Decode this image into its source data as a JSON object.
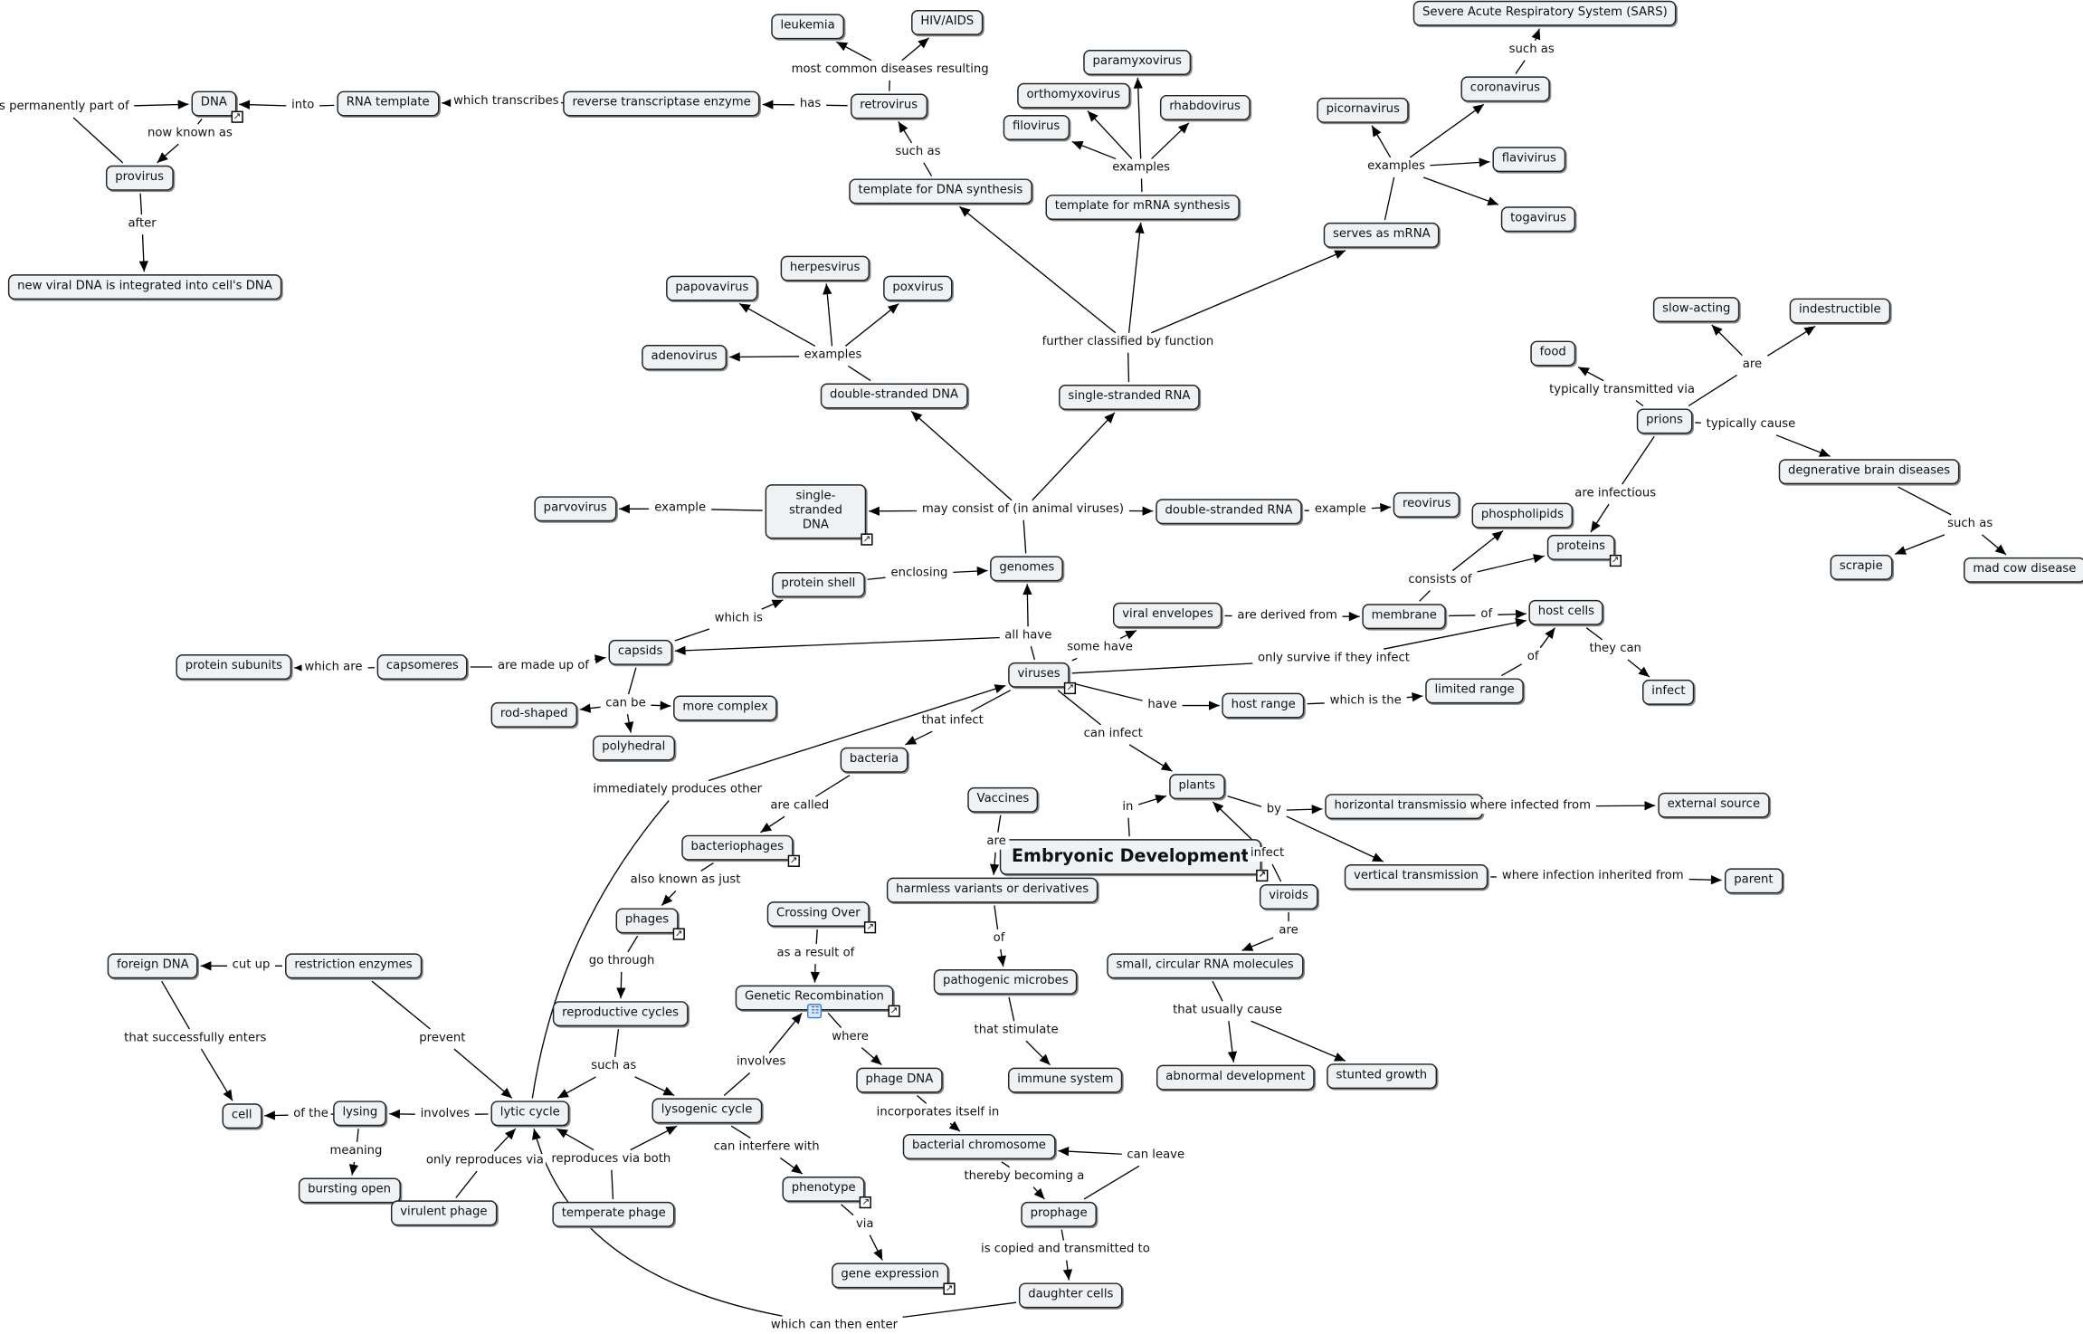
{
  "concepts": {
    "dna": {
      "label": "DNA",
      "link_icon": true
    },
    "rna_template": {
      "label": "RNA template"
    },
    "rte": {
      "label": "reverse transcriptase enzyme"
    },
    "retrovirus": {
      "label": "retrovirus"
    },
    "leukemia": {
      "label": "leukemia"
    },
    "hivaids": {
      "label": "HIV/AIDS"
    },
    "provirus": {
      "label": "provirus"
    },
    "newviral": {
      "label": "new viral DNA is integrated into cell's DNA"
    },
    "tdna": {
      "label": "template for DNA synthesis"
    },
    "paramyxo": {
      "label": "paramyxovirus"
    },
    "orthomyxo": {
      "label": "orthomyxovirus"
    },
    "rhabdo": {
      "label": "rhabdovirus"
    },
    "filovirus": {
      "label": "filovirus"
    },
    "tmrna": {
      "label": "template for mRNA synthesis"
    },
    "picorna": {
      "label": "picornavirus"
    },
    "corona": {
      "label": "coronavirus"
    },
    "sars": {
      "label": "Severe Acute Respiratory System (SARS)"
    },
    "flavi": {
      "label": "flavivirus"
    },
    "toga": {
      "label": "togavirus"
    },
    "smrna": {
      "label": "serves as mRNA"
    },
    "papova": {
      "label": "papovavirus"
    },
    "herpes": {
      "label": "herpesvirus"
    },
    "pox": {
      "label": "poxvirus"
    },
    "adeno": {
      "label": "adenovirus"
    },
    "dsdna": {
      "label": "double-stranded DNA"
    },
    "ssrna": {
      "label": "single-stranded RNA"
    },
    "ssdna": {
      "label": "single-stranded DNA",
      "link_icon": true
    },
    "parvo": {
      "label": "parvovirus"
    },
    "dsrna": {
      "label": "double-stranded RNA"
    },
    "reo": {
      "label": "reovirus"
    },
    "genomes": {
      "label": "genomes"
    },
    "protein_shell": {
      "label": "protein shell"
    },
    "capsids": {
      "label": "capsids"
    },
    "capsomeres": {
      "label": "capsomeres"
    },
    "protein_sub": {
      "label": "protein subunits"
    },
    "rod": {
      "label": "rod-shaped"
    },
    "morecomplex": {
      "label": "more complex"
    },
    "polyhedral": {
      "label": "polyhedral"
    },
    "viruses": {
      "label": "viruses",
      "link_icon": true
    },
    "viral_env": {
      "label": "viral envelopes"
    },
    "membrane": {
      "label": "membrane"
    },
    "phospholipids": {
      "label": "phospholipids"
    },
    "proteins": {
      "label": "proteins",
      "link_icon": true
    },
    "hostcells": {
      "label": "host cells"
    },
    "infect": {
      "label": "infect"
    },
    "limited": {
      "label": "limited range"
    },
    "hostrange": {
      "label": "host range"
    },
    "food": {
      "label": "food"
    },
    "slow": {
      "label": "slow-acting"
    },
    "indes": {
      "label": "indestructible"
    },
    "prions": {
      "label": "prions"
    },
    "degen": {
      "label": "degnerative brain diseases"
    },
    "scrapie": {
      "label": "scrapie"
    },
    "madcow": {
      "label": "mad cow disease"
    },
    "bacteria": {
      "label": "bacteria"
    },
    "plants": {
      "label": "plants"
    },
    "vaccines": {
      "label": "Vaccines"
    },
    "embryonic": {
      "label": "Embryonic Development",
      "link_icon": true
    },
    "horiz": {
      "label": "horizontal transmission"
    },
    "external": {
      "label": "external source"
    },
    "vertical": {
      "label": "vertical transmission"
    },
    "parent": {
      "label": "parent"
    },
    "viroids": {
      "label": "viroids"
    },
    "harmless": {
      "label": "harmless variants or derivatives"
    },
    "small_rna": {
      "label": "small, circular RNA molecules"
    },
    "pathogenic": {
      "label": "pathogenic microbes"
    },
    "abnormal": {
      "label": "abnormal development"
    },
    "stunted": {
      "label": "stunted growth"
    },
    "immune": {
      "label": "immune system"
    },
    "bacteriophages": {
      "label": "bacteriophages",
      "link_icon": true
    },
    "phages": {
      "label": "phages",
      "link_icon": true
    },
    "crossing": {
      "label": "Crossing Over",
      "link_icon": true
    },
    "genrec": {
      "label": "Genetic Recombination",
      "link_icon": true,
      "submap_icon": true
    },
    "foreign": {
      "label": "foreign DNA"
    },
    "restriction": {
      "label": "restriction enzymes"
    },
    "repcycles": {
      "label": "reproductive cycles"
    },
    "phagedna": {
      "label": "phage DNA"
    },
    "cell": {
      "label": "cell"
    },
    "lysing": {
      "label": "lysing"
    },
    "lytic": {
      "label": "lytic cycle"
    },
    "lysogenic": {
      "label": "lysogenic cycle"
    },
    "bactchrom": {
      "label": "bacterial chromosome"
    },
    "bursting": {
      "label": "bursting open"
    },
    "virulent": {
      "label": "virulent phage"
    },
    "temperate": {
      "label": "temperate phage"
    },
    "phenotype": {
      "label": "phenotype",
      "link_icon": true
    },
    "prophage": {
      "label": "prophage"
    },
    "geneexp": {
      "label": "gene expression",
      "link_icon": true
    },
    "daughter": {
      "label": "daughter cells"
    }
  },
  "linking_phrases": {
    "l_into": {
      "label": "into",
      "from": [
        "rna_template"
      ],
      "to": [
        "dna"
      ]
    },
    "l_wt": {
      "label": "which transcribes",
      "from": [
        "rte"
      ],
      "to": [
        "rna_template"
      ]
    },
    "l_has": {
      "label": "has",
      "from": [
        "retrovirus"
      ],
      "to": [
        "rte"
      ]
    },
    "l_mcd": {
      "label": "most common diseases resulting",
      "from": [
        "retrovirus"
      ],
      "to": [
        "leukemia",
        "hivaids"
      ]
    },
    "l_perm": {
      "label": "is permanently part of",
      "from": [
        "provirus"
      ],
      "to": [
        "dna"
      ]
    },
    "l_nka": {
      "label": "now known as",
      "from": [
        "dna"
      ],
      "to": [
        "provirus"
      ]
    },
    "l_after": {
      "label": "after",
      "from": [
        "provirus"
      ],
      "to": [
        "newviral"
      ]
    },
    "l_sa1": {
      "label": "such as",
      "from": [
        "tdna"
      ],
      "to": [
        "retrovirus"
      ]
    },
    "l_ex1": {
      "label": "examples",
      "from": [
        "tmrna"
      ],
      "to": [
        "paramyxo",
        "orthomyxo",
        "rhabdo",
        "filovirus"
      ]
    },
    "l_ex2": {
      "label": "examples",
      "from": [
        "smrna"
      ],
      "to": [
        "picorna",
        "corona",
        "flavi",
        "toga"
      ]
    },
    "l_sa2": {
      "label": "such as",
      "from": [
        "corona"
      ],
      "to": [
        "sars"
      ]
    },
    "l_further": {
      "label": "further classified by function",
      "from": [
        "ssrna"
      ],
      "to": [
        "tdna",
        "tmrna",
        "smrna"
      ]
    },
    "l_ex3": {
      "label": "examples",
      "from": [
        "dsdna"
      ],
      "to": [
        "papova",
        "herpes",
        "pox",
        "adeno"
      ]
    },
    "l_may": {
      "label": "may consist of (in animal viruses)",
      "from": [
        "genomes"
      ],
      "to": [
        "ssdna",
        "dsrna",
        "dsdna",
        "ssrna"
      ]
    },
    "l_ex4": {
      "label": "example",
      "from": [
        "ssdna"
      ],
      "to": [
        "parvo"
      ]
    },
    "l_ex5": {
      "label": "example",
      "from": [
        "dsrna"
      ],
      "to": [
        "reo"
      ]
    },
    "l_enclosing": {
      "label": "enclosing",
      "from": [
        "protein_shell"
      ],
      "to": [
        "genomes"
      ]
    },
    "l_whichis": {
      "label": "which is",
      "from": [
        "capsids"
      ],
      "to": [
        "protein_shell"
      ]
    },
    "l_allhave": {
      "label": "all have",
      "from": [
        "viruses"
      ],
      "to": [
        "genomes",
        "capsids"
      ]
    },
    "l_madeup": {
      "label": "are made up of",
      "from": [
        "capsomeres"
      ],
      "to": [
        "capsids"
      ]
    },
    "l_whichare": {
      "label": "which are",
      "from": [
        "capsomeres"
      ],
      "to": [
        "protein_sub"
      ]
    },
    "l_canbe": {
      "label": "can be",
      "from": [
        "capsids"
      ],
      "to": [
        "rod",
        "morecomplex",
        "polyhedral"
      ]
    },
    "l_somehave": {
      "label": "some have",
      "from": [
        "viruses"
      ],
      "to": [
        "viral_env"
      ]
    },
    "l_derived": {
      "label": "are derived from",
      "from": [
        "viral_env"
      ],
      "to": [
        "membrane"
      ]
    },
    "l_of1": {
      "label": "of",
      "from": [
        "membrane"
      ],
      "to": [
        "hostcells"
      ]
    },
    "l_consists": {
      "label": "consists of",
      "from": [
        "membrane"
      ],
      "to": [
        "phospholipids",
        "proteins"
      ]
    },
    "l_survive": {
      "label": "only survive if they infect",
      "from": [
        "viruses"
      ],
      "to": [
        "hostcells"
      ]
    },
    "l_theycan": {
      "label": "they can",
      "from": [
        "hostcells"
      ],
      "to": [
        "infect"
      ]
    },
    "l_of2": {
      "label": "of",
      "from": [
        "limited"
      ],
      "to": [
        "hostcells"
      ]
    },
    "l_have": {
      "label": "have",
      "from": [
        "viruses"
      ],
      "to": [
        "hostrange"
      ]
    },
    "l_whichisthe": {
      "label": "which is the",
      "from": [
        "hostrange"
      ],
      "to": [
        "limited"
      ]
    },
    "l_thatinfect": {
      "label": "that infect",
      "from": [
        "viruses"
      ],
      "to": [
        "bacteria"
      ]
    },
    "l_caninfect": {
      "label": "can infect",
      "from": [
        "viruses"
      ],
      "to": [
        "plants"
      ]
    },
    "l_immediately": {
      "label": "immediately produces other",
      "from": [
        "lytic"
      ],
      "to": [
        "viruses"
      ]
    },
    "l_arecalled": {
      "label": "are called",
      "from": [
        "bacteria"
      ],
      "to": [
        "bacteriophages"
      ]
    },
    "l_aka": {
      "label": "also known as just",
      "from": [
        "bacteriophages"
      ],
      "to": [
        "phages"
      ]
    },
    "l_gothrough": {
      "label": "go through",
      "from": [
        "phages"
      ],
      "to": [
        "repcycles"
      ]
    },
    "l_sa3": {
      "label": "such as",
      "from": [
        "repcycles"
      ],
      "to": [
        "lytic",
        "lysogenic"
      ]
    },
    "l_are1": {
      "label": "are",
      "from": [
        "prions"
      ],
      "to": [
        "slow",
        "indes"
      ]
    },
    "l_ttv": {
      "label": "typically transmitted via",
      "from": [
        "prions"
      ],
      "to": [
        "food"
      ]
    },
    "l_tc": {
      "label": "typically cause",
      "from": [
        "prions"
      ],
      "to": [
        "degen"
      ]
    },
    "l_areinf": {
      "label": "are infectious",
      "from": [
        "prions"
      ],
      "to": [
        "proteins"
      ]
    },
    "l_sa4": {
      "label": "such as",
      "from": [
        "degen"
      ],
      "to": [
        "scrapie",
        "madcow"
      ]
    },
    "l_in": {
      "label": "in",
      "from": [
        "embryonic"
      ],
      "to": [
        "plants"
      ]
    },
    "l_by": {
      "label": "by",
      "from": [
        "plants"
      ],
      "to": [
        "horiz",
        "vertical"
      ]
    },
    "l_wif": {
      "label": "where infected from",
      "from": [
        "horiz"
      ],
      "to": [
        "external"
      ]
    },
    "l_wiif": {
      "label": "where infection inherited from",
      "from": [
        "vertical"
      ],
      "to": [
        "parent"
      ]
    },
    "l_infect": {
      "label": "infect",
      "from": [
        "viroids"
      ],
      "to": [
        "plants"
      ]
    },
    "l_are2": {
      "label": "are",
      "from": [
        "vaccines"
      ],
      "to": [
        "harmless"
      ]
    },
    "l_of3": {
      "label": "of",
      "from": [
        "harmless"
      ],
      "to": [
        "pathogenic"
      ]
    },
    "l_stim": {
      "label": "that stimulate",
      "from": [
        "pathogenic"
      ],
      "to": [
        "immune"
      ]
    },
    "l_are3": {
      "label": "are",
      "from": [
        "viroids"
      ],
      "to": [
        "small_rna"
      ]
    },
    "l_tuc": {
      "label": "that usually cause",
      "from": [
        "small_rna"
      ],
      "to": [
        "abnormal",
        "stunted"
      ]
    },
    "l_cutup": {
      "label": "cut up",
      "from": [
        "restriction"
      ],
      "to": [
        "foreign"
      ]
    },
    "l_tse": {
      "label": "that successfully enters",
      "from": [
        "foreign"
      ],
      "to": [
        "cell"
      ]
    },
    "l_prevent": {
      "label": "prevent",
      "from": [
        "restriction"
      ],
      "to": [
        "lytic"
      ]
    },
    "l_inv1": {
      "label": "involves",
      "from": [
        "lytic"
      ],
      "to": [
        "lysing"
      ]
    },
    "l_ofthe": {
      "label": "of the",
      "from": [
        "lysing"
      ],
      "to": [
        "cell"
      ]
    },
    "l_meaning": {
      "label": "meaning",
      "from": [
        "lysing"
      ],
      "to": [
        "bursting"
      ]
    },
    "l_onlyrep": {
      "label": "only reproduces via",
      "from": [
        "virulent"
      ],
      "to": [
        "lytic"
      ]
    },
    "l_rvb": {
      "label": "reproduces via both",
      "from": [
        "temperate"
      ],
      "to": [
        "lytic",
        "lysogenic"
      ]
    },
    "l_inv2": {
      "label": "involves",
      "from": [
        "lysogenic"
      ],
      "to": [
        "genrec"
      ]
    },
    "l_asresult": {
      "label": "as a result of",
      "from": [
        "crossing"
      ],
      "to": [
        "genrec"
      ]
    },
    "l_where": {
      "label": "where",
      "from": [
        "genrec"
      ],
      "to": [
        "phagedna"
      ]
    },
    "l_incorp": {
      "label": "incorporates itself in",
      "from": [
        "phagedna"
      ],
      "to": [
        "bactchrom"
      ]
    },
    "l_cif": {
      "label": "can interfere with",
      "from": [
        "lysogenic"
      ],
      "to": [
        "phenotype"
      ]
    },
    "l_via": {
      "label": "via",
      "from": [
        "phenotype"
      ],
      "to": [
        "geneexp"
      ]
    },
    "l_thereby": {
      "label": "thereby becoming a",
      "from": [
        "bactchrom"
      ],
      "to": [
        "prophage"
      ]
    },
    "l_canleave": {
      "label": "can leave",
      "from": [
        "prophage"
      ],
      "to": [
        "bactchrom"
      ]
    },
    "l_icat": {
      "label": "is copied and transmitted to",
      "from": [
        "prophage"
      ],
      "to": [
        "daughter"
      ]
    },
    "l_wcte": {
      "label": "which can then enter",
      "from": [
        "daughter"
      ],
      "to": [
        "lytic"
      ]
    }
  },
  "colors": {
    "node_fill": "#eef2f4",
    "line": "#000000",
    "submap_icon": "#3a7bd5"
  }
}
